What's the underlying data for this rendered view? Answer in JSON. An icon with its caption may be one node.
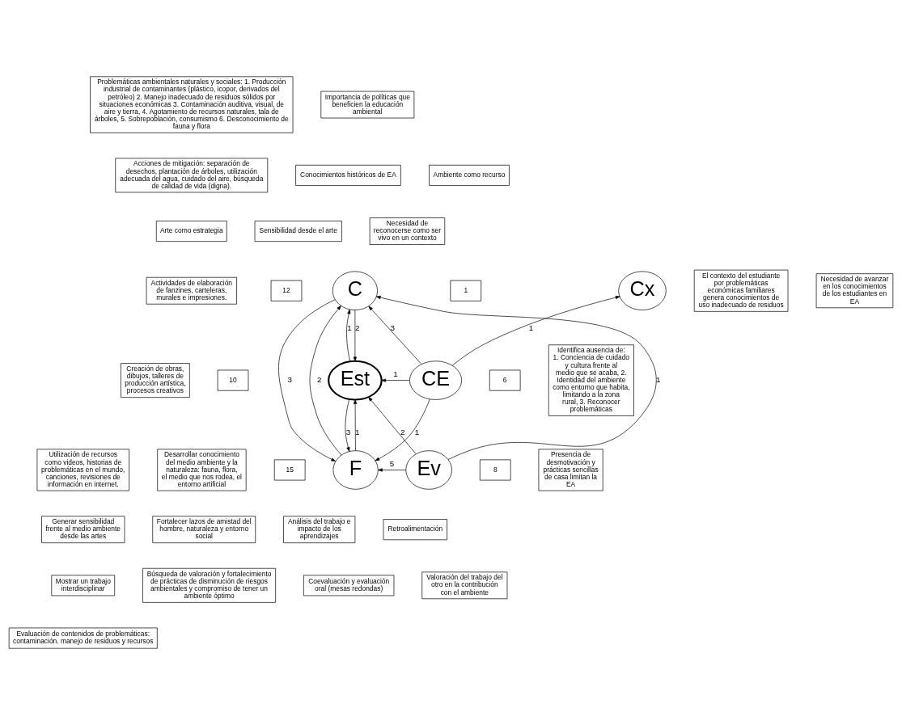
{
  "diagram": {
    "nodes": [
      {
        "text": [
          "Problemáticas ambientales naturales y sociales: 1. Producción industrial de contaminantes (plástico, icopor, derivados del petróleo) 2. Manejo inadecuado de residuos sólidos por situaciones económicas 3. Contaminación auditiva, visual, de aire y tierra, 4. Agotamiento de recursos naturales, tala de árboles, 5. Sobrepoblación, consumismo 6. Desconocimiento de fauna y flora"
        ]
      },
      {
        "text": [
          "Importancia de políticas que beneficien la educación ambiental"
        ]
      },
      {
        "text": [
          "Conocimientos históricos de EA"
        ]
      },
      {
        "text": [
          "Ambiente como recurso"
        ]
      },
      {
        "text": [
          "Acciones de mitigación: separación de desechos, plantación de árboles, utilización adecuada del agua, cuidado del aire, búsqueda de calidad de vida (digna)."
        ]
      },
      {
        "text": [
          "Sensibilidad desde el arte"
        ]
      },
      {
        "text": [
          "Necesidad de reconocerse como ser vivo en un contexto"
        ]
      },
      {
        "text": [
          "12"
        ]
      },
      {
        "text": [
          "C"
        ]
      },
      {
        "text": [
          "1"
        ]
      },
      {
        "text": [
          "Cx"
        ]
      },
      {
        "text": [
          "El contexto del estudiante por problemáticas económicas familiares genera conocimientos de uso inadecuado de residuos"
        ]
      },
      {
        "text": [
          "Arte como estrategia"
        ]
      },
      {
        "text": [
          "Actividades de elaboración de fanzines, carteleras, murales e impresiones."
        ]
      },
      {
        "text": [
          "10"
        ]
      },
      {
        "text": [
          "Est"
        ]
      },
      {
        "text": [
          "Creación de obras, dibujos, talleres de producción artística, procesos creativos"
        ]
      },
      {
        "text": [
          "Necesidad de avanzar en los conocimientos de los estudiantes en EA"
        ]
      },
      {
        "text": [
          "CE"
        ]
      },
      {
        "text": [
          "Utilización de recursos como videos, historias de problemáticas en el mundo, canciones, revisiones de información en internet."
        ]
      },
      {
        "text": [
          "Identifica ausencia de: 1. Conciencia de cuidado y cultura frente al medio que se acaba, 2. Identidad del ambiente como entorno que habita, limitando a la zona rural, 3. Reconocer problemáticas"
        ]
      },
      {
        "text": [
          "6"
        ]
      },
      {
        "text": [
          "Desarrollar conocimiento del medio ambiente y la naturaleza: fauna, flora, el medio que nos rodea, el entorno artificial"
        ]
      },
      {
        "text": [
          "F"
        ]
      },
      {
        "text": [
          "Ev"
        ]
      },
      {
        "text": [
          "8"
        ]
      },
      {
        "text": [
          "Presencia de desmotivación y prácticas sencillas de casa limitan la EA"
        ]
      },
      {
        "text": [
          "15"
        ]
      },
      {
        "text": [
          "Fortalecer lazos de amistad del hombre, naturaleza y entorno social"
        ]
      },
      {
        "text": [
          "Análisis del trabajo e impacto de los aprendizajes"
        ]
      },
      {
        "text": [
          "Retroalimentación"
        ]
      },
      {
        "text": [
          "Generar sensibilidad frente al medio ambiente desde las artes"
        ]
      },
      {
        "text": [
          "Valoración del trabajo del otro en la contribución con el ambiente"
        ]
      },
      {
        "text": [
          "Coevaluación y evaluación oral (mesas redondas)"
        ]
      },
      {
        "text": [
          "Búsqueda de valoración y fortalecimiento de prácticas de disminución de riesgos ambientales y compromiso de tener un ambiente óptimo"
        ]
      },
      {
        "text": [
          "Mostrar un trabajo interdisciplinar"
        ]
      },
      {
        "text": [
          "Evaluación de contenidos de problemáticas: contaminación. manejo de residuos y recursos"
        ]
      }
    ],
    "edges": [
      {
        "from": 8,
        "to": 15,
        "arrow": "to",
        "label": "2"
      },
      {
        "from": 8,
        "to": 23,
        "arrow": "to",
        "label": "3"
      },
      {
        "from": 15,
        "to": 8,
        "arrow": "to",
        "label": "1"
      },
      {
        "from": 15,
        "to": 23,
        "arrow": "to",
        "label": "3"
      },
      {
        "from": 18,
        "to": 8,
        "arrow": "to",
        "label": "3"
      },
      {
        "from": 18,
        "to": 10,
        "arrow": "to",
        "label": "1"
      },
      {
        "from": 18,
        "to": 15,
        "arrow": "to",
        "label": "1"
      },
      {
        "from": 18,
        "to": 23,
        "arrow": "to",
        "label": "1"
      },
      {
        "from": 23,
        "to": 8,
        "arrow": "to",
        "label": "2"
      },
      {
        "from": 23,
        "to": 15,
        "arrow": "to",
        "label": "1"
      },
      {
        "from": 24,
        "to": 8,
        "arrow": "to",
        "label": "1"
      },
      {
        "from": 24,
        "to": 15,
        "arrow": "to",
        "label": "2"
      },
      {
        "from": 24,
        "to": 23,
        "arrow": "to",
        "label": "5"
      }
    ]
  }
}
